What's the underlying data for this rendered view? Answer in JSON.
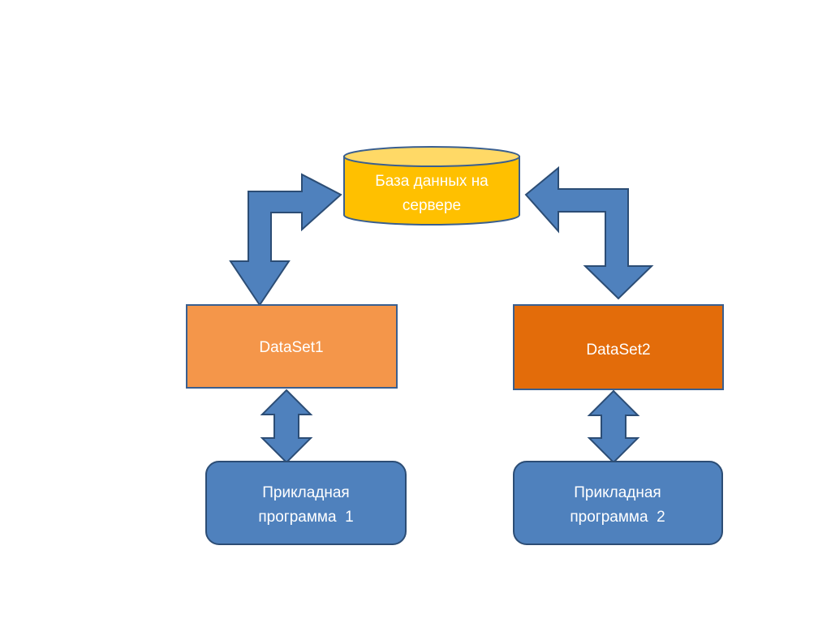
{
  "colors": {
    "db_fill": "#FFC000",
    "db_top": "#FFD966",
    "db_stroke": "#3A5F8F",
    "dataset1_fill": "#F4964A",
    "dataset2_fill": "#E36C0A",
    "dataset_stroke": "#3A5F8F",
    "app_fill": "#4F81BD",
    "app_stroke": "#2C4D75",
    "arrow_fill": "#4F81BD",
    "arrow_stroke": "#2C4D75",
    "text": "#FFFFFF"
  },
  "nodes": {
    "database": {
      "line1": "База данных на",
      "line2": "сервере"
    },
    "dataset1": {
      "label": "DataSet1"
    },
    "dataset2": {
      "label": "DataSet2"
    },
    "app1": {
      "line1": "Прикладная",
      "line2": "программа  1"
    },
    "app2": {
      "line1": "Прикладная",
      "line2": "программа  2"
    }
  }
}
